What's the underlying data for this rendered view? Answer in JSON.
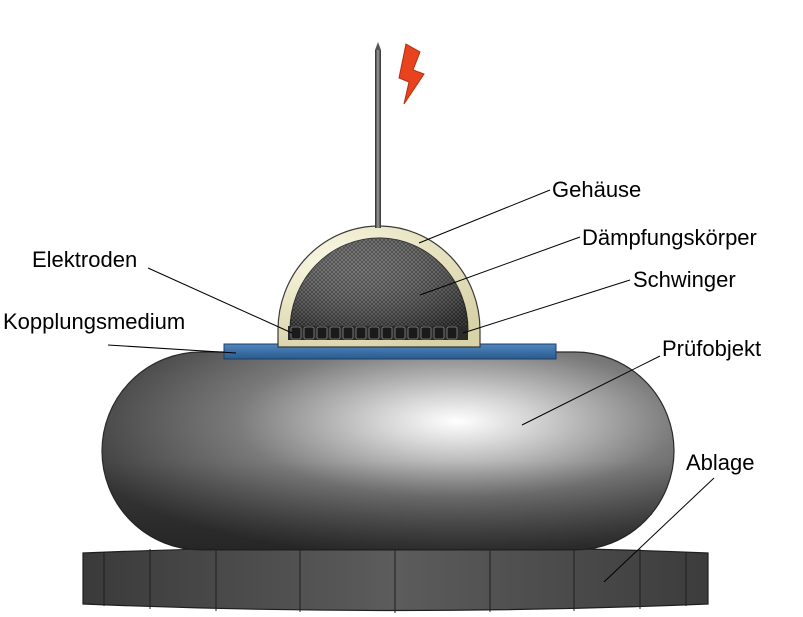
{
  "labels": {
    "gehaeuse": "Gehäuse",
    "daempfungskoerper": "Dämpfungskörper",
    "schwinger": "Schwinger",
    "elektroden": "Elektroden",
    "kopplungsmedium": "Kopplungsmedium",
    "pruefobjekt": "Prüfobjekt",
    "ablage": "Ablage"
  },
  "colors": {
    "housing": "#efebc8",
    "damping_body": "#5a5a5a",
    "coupling_medium": "#3b6ea3",
    "test_object": "#6e6e6e",
    "base": "#4a4a4a",
    "signal_arrow": "#e8421e",
    "leader_line": "#000000"
  },
  "icons": {
    "signal": "lightning-bolt-icon"
  }
}
